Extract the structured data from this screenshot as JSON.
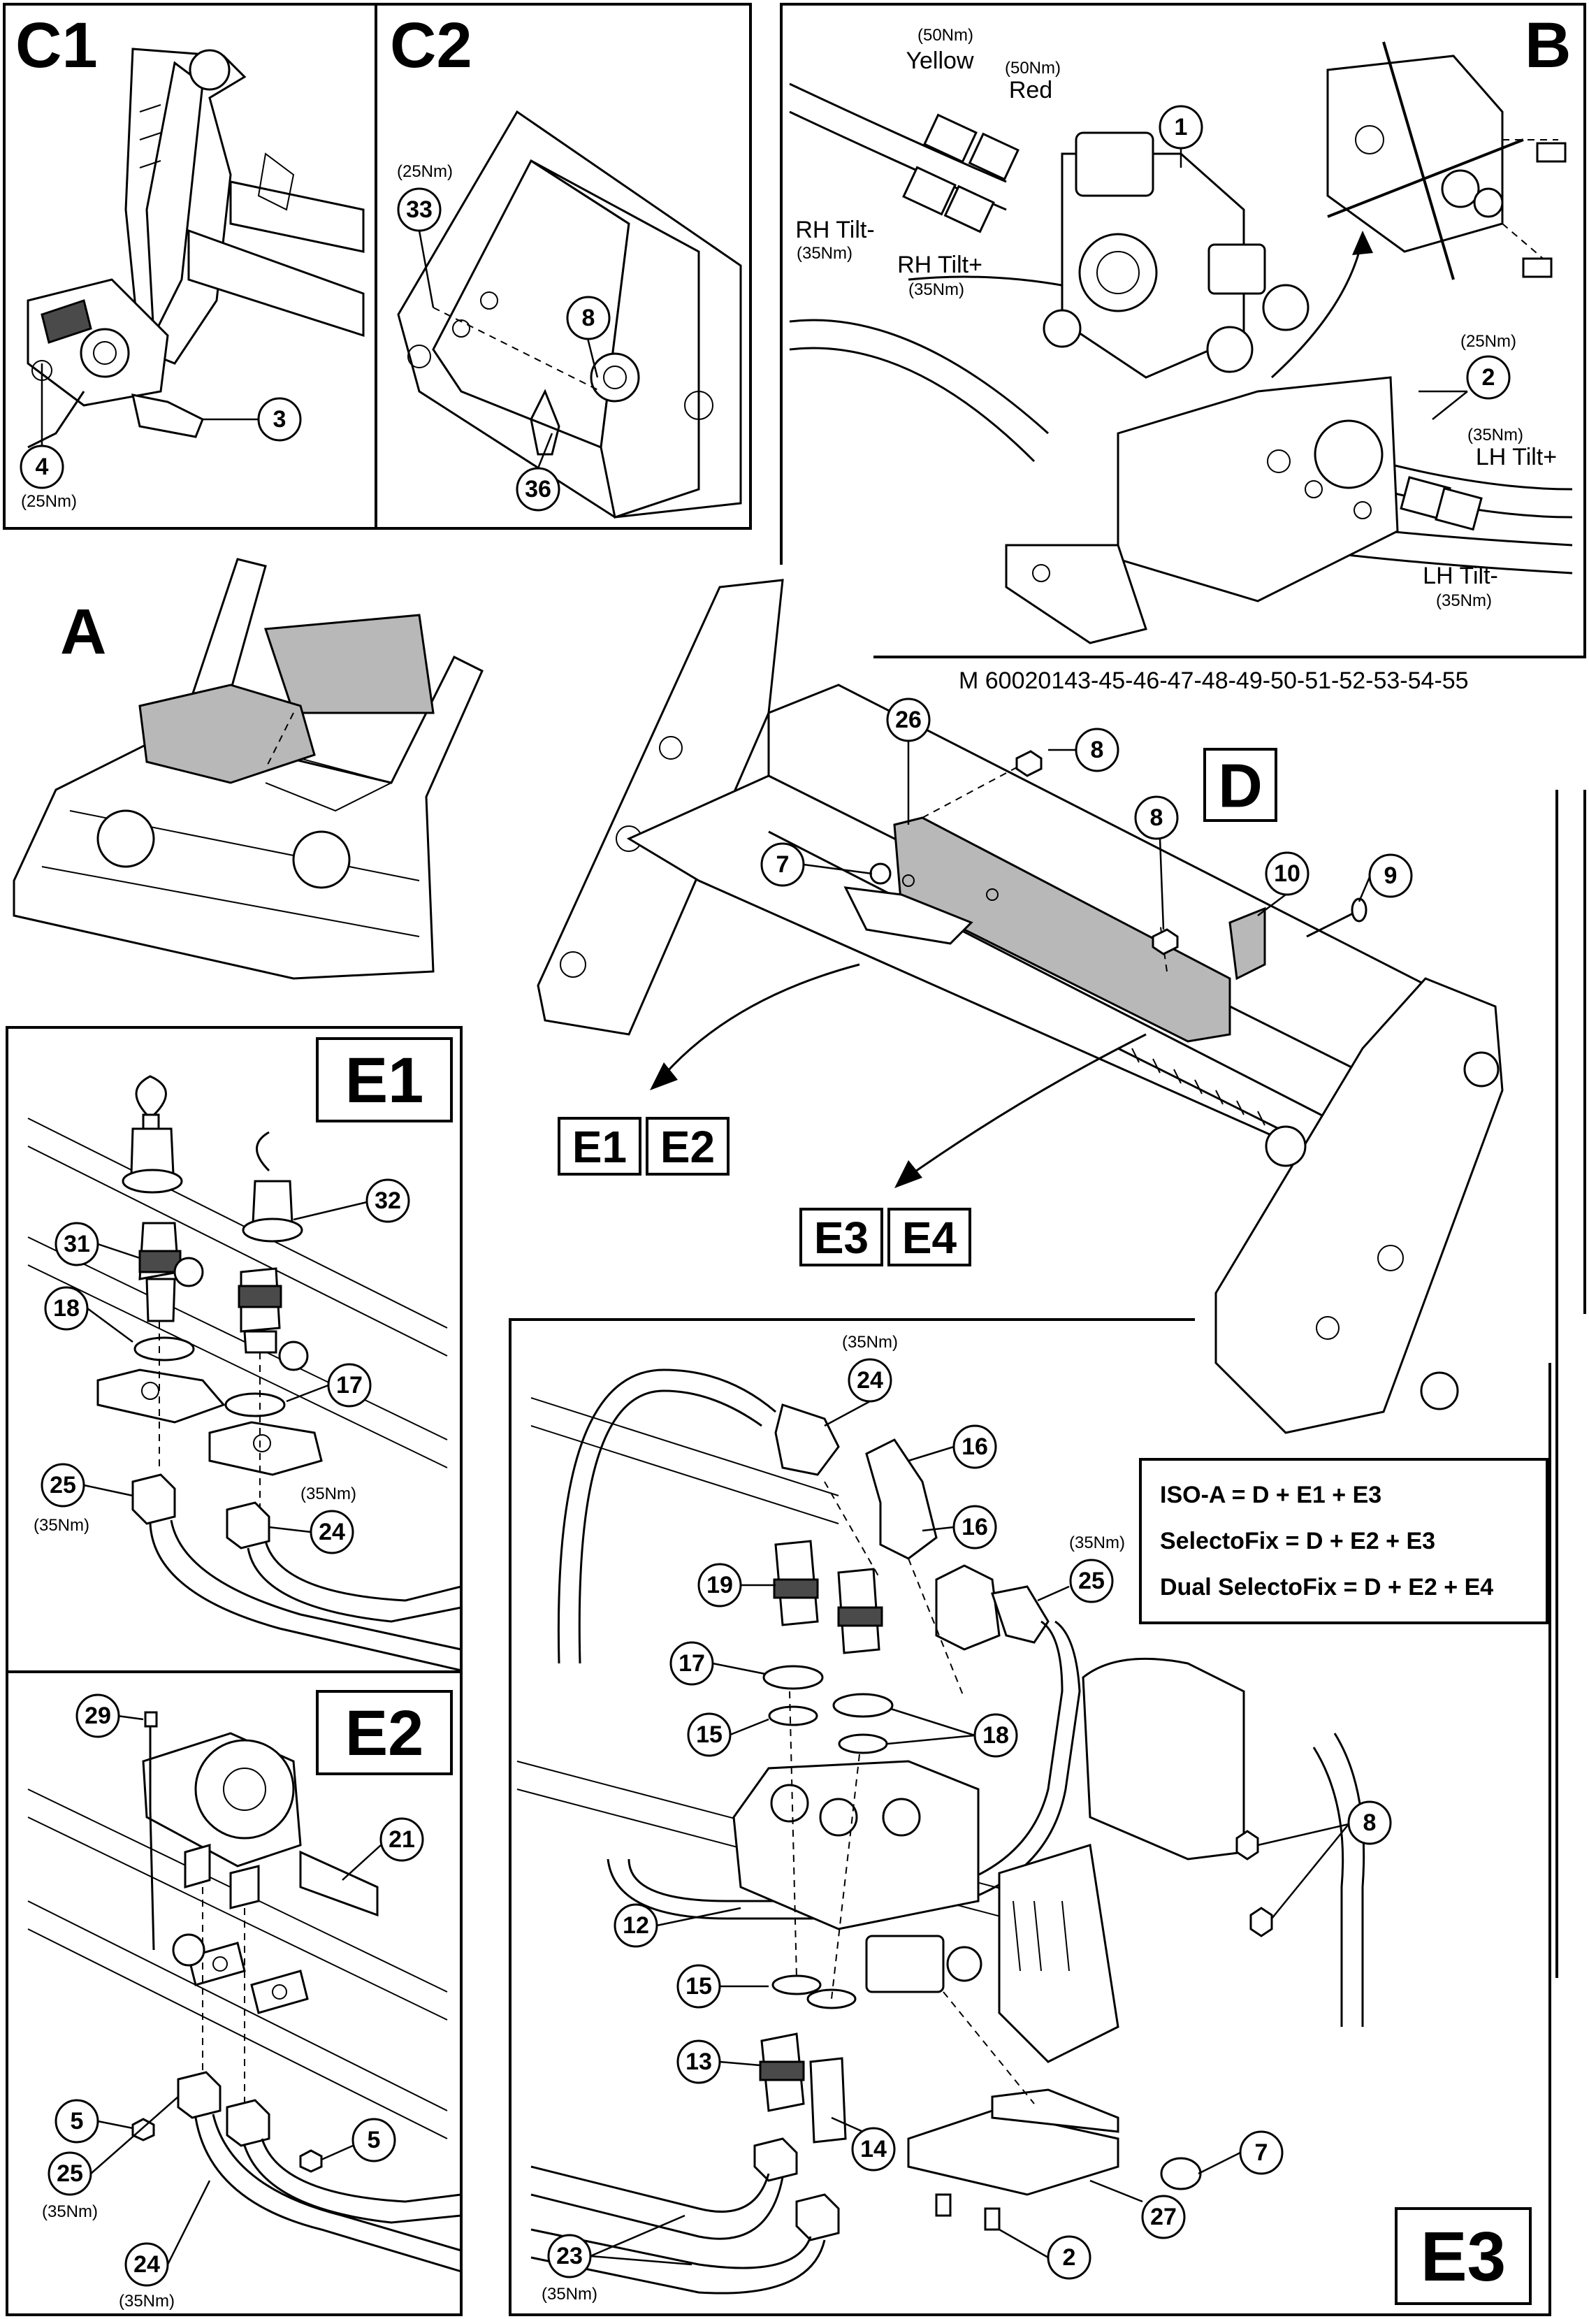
{
  "panels": {
    "c1": "C1",
    "c2": "C2",
    "b": "B",
    "a": "A",
    "d": "D",
    "e1": "E1",
    "e2": "E2",
    "e3": "E3"
  },
  "model_ref": "M 60020143-45-46-47-48-49-50-51-52-53-54-55",
  "hose_labels": {
    "yellow_torque": "(50Nm)",
    "yellow": "Yellow",
    "red_torque": "(50Nm)",
    "red": "Red",
    "rh_tilt_minus": "RH Tilt-",
    "rh_tilt_minus_torque": "(35Nm)",
    "rh_tilt_plus": "RH Tilt+",
    "rh_tilt_plus_torque": "(35Nm)",
    "lh_tilt_plus_torque": "(35Nm)",
    "lh_tilt_plus": "LH Tilt+",
    "lh_tilt_minus": "LH Tilt-",
    "lh_tilt_minus_torque": "(35Nm)"
  },
  "nav_boxes": {
    "e1": "E1",
    "e2": "E2",
    "e3": "E3",
    "e4": "E4"
  },
  "combinations": [
    "ISO-A = D + E1 + E3",
    "SelectoFix = D + E2 + E3",
    "Dual SelectoFix = D + E2 + E4"
  ],
  "callouts": {
    "c1_3": "3",
    "c1_4": "4",
    "c1_4_torque": "(25Nm)",
    "c2_33": "33",
    "c2_33_torque": "(25Nm)",
    "c2_8": "8",
    "c2_36": "36",
    "b_1": "1",
    "b_2": "2",
    "b_2_torque": "(25Nm)",
    "d_26": "26",
    "d_8a": "8",
    "d_8b": "8",
    "d_7": "7",
    "d_10": "10",
    "d_9": "9",
    "e1_32": "32",
    "e1_31": "31",
    "e1_18": "18",
    "e1_17": "17",
    "e1_25": "25",
    "e1_25_torque": "(35Nm)",
    "e1_24": "24",
    "e1_24_torque": "(35Nm)",
    "e2_29": "29",
    "e2_21": "21",
    "e2_5a": "5",
    "e2_5b": "5",
    "e2_25": "25",
    "e2_25_torque": "(35Nm)",
    "e2_24": "24",
    "e2_24_torque": "(35Nm)",
    "e3_24": "24",
    "e3_24_torque": "(35Nm)",
    "e3_16a": "16",
    "e3_16b": "16",
    "e3_25": "25",
    "e3_25_torque": "(35Nm)",
    "e3_19": "19",
    "e3_17": "17",
    "e3_15a": "15",
    "e3_18": "18",
    "e3_8": "8",
    "e3_12": "12",
    "e3_15b": "15",
    "e3_13": "13",
    "e3_14": "14",
    "e3_7": "7",
    "e3_27": "27",
    "e3_23": "23",
    "e3_23_torque": "(35Nm)",
    "e3_2": "2"
  }
}
